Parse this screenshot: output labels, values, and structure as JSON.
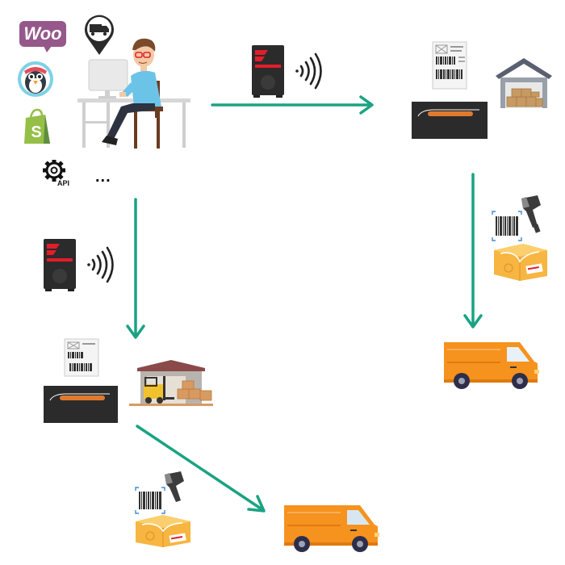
{
  "integrations": {
    "woo_text": "Woo",
    "api_text": "API",
    "more_text": "..."
  },
  "colors": {
    "arrow": "#1aa383",
    "woo": "#96588a",
    "shopify": "#95bf47",
    "printer_body": "#2b2b2b",
    "printer_slot": "#e07a2f",
    "truck": "#f6921e",
    "truck_dark": "#e07a10",
    "box": "#f7b541",
    "device_red": "#e21d2b",
    "warehouse_roof": "#5b6070"
  },
  "icons": [
    "woocommerce-logo",
    "prestashop-logo",
    "shopify-logo",
    "delivery-truck-pin-icon",
    "api-gear-icon",
    "more-icon",
    "rfid-reader-device",
    "wireless-signal-icon",
    "label-printer",
    "shipping-label",
    "warehouse",
    "barcode-scanner",
    "parcel-box",
    "delivery-van"
  ]
}
